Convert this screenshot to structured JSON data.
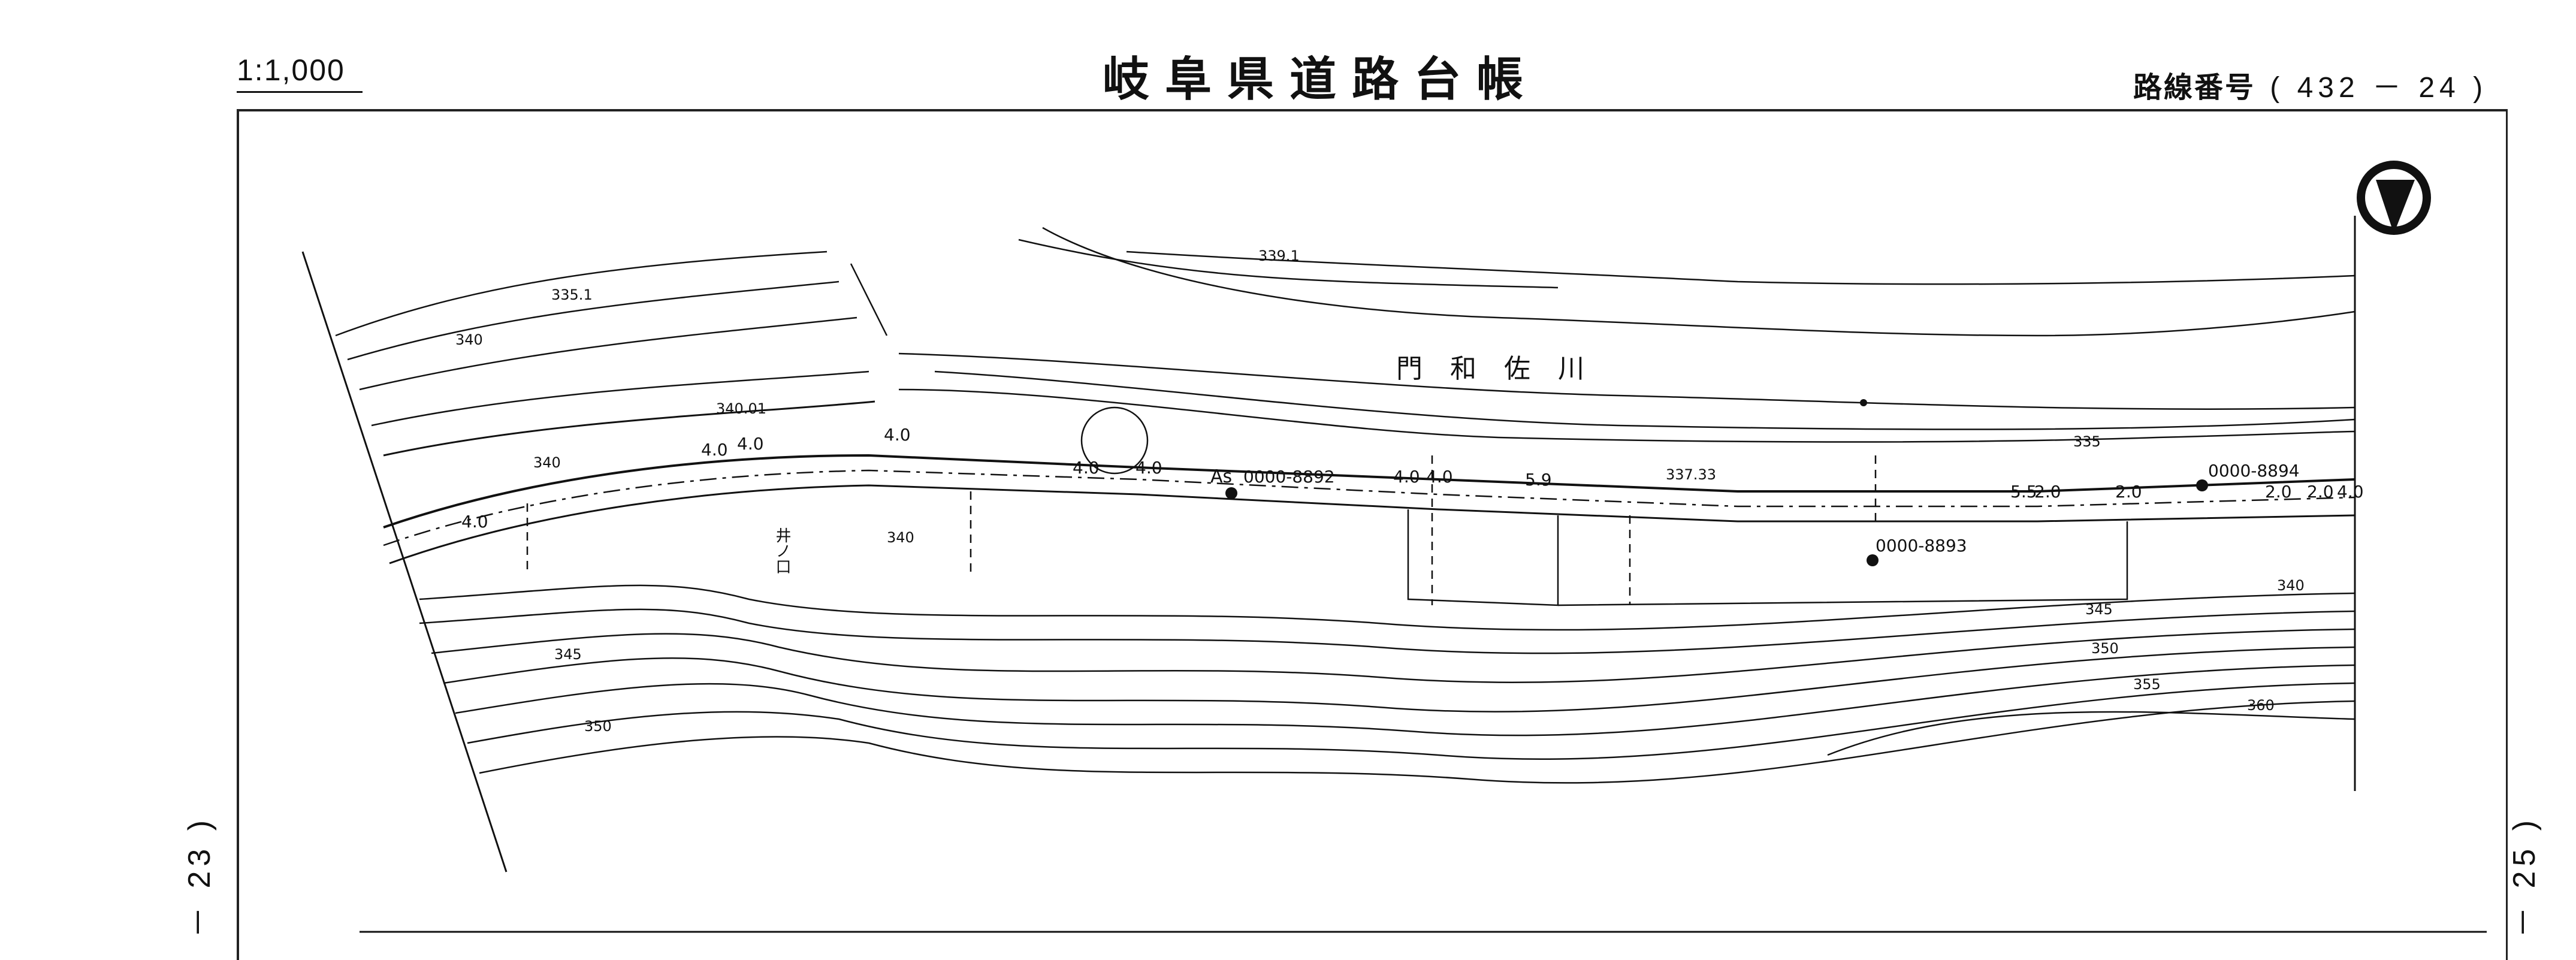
{
  "header": {
    "scale": "1:1,000",
    "title": "岐阜県道路台帳",
    "route_label": "路線番号",
    "route_number": "( 432 － 24 )"
  },
  "adjacent_sheets": {
    "left": "－ 23 )",
    "right": "－ 25 )"
  },
  "map": {
    "river_name": "門 和 佐 川",
    "contour_labels": [
      "339.1",
      "335.1",
      "340",
      "340.01",
      "340",
      "340",
      "345",
      "350",
      "335",
      "337.33",
      "340",
      "345",
      "350",
      "355",
      "360"
    ],
    "width_labels": [
      "4.0",
      "4.0",
      "4.0",
      "4.0",
      "4.0",
      "4.0",
      "4.0",
      "4.0",
      "5.9",
      "5.5",
      "2.0",
      "2.0",
      "2.0",
      "2.0",
      "4.0"
    ],
    "surface_label": "As",
    "markers": [
      "0000-8892",
      "0000-8893",
      "0000-8894"
    ],
    "place_label": "井ノ口"
  },
  "north_arrow": "north-arrow-icon",
  "colors": {
    "ink": "#111111",
    "paper": "#ffffff"
  }
}
